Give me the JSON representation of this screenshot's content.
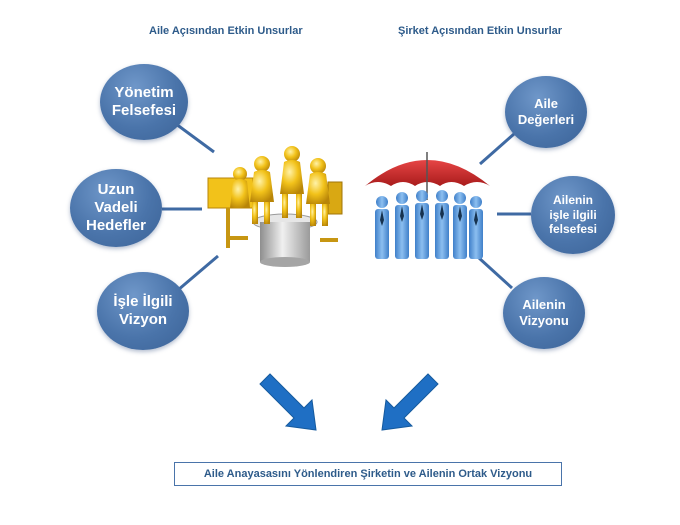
{
  "headings": {
    "left": "Aile Açısından Etkin Unsurlar",
    "right": "Şirket Açısından Etkin Unsurlar"
  },
  "left_bubbles": [
    {
      "label": "Yönetim\nFelsefesi"
    },
    {
      "label": "Uzun\nVadeli\nHedefler"
    },
    {
      "label": "İşle İlgili\nVizyon"
    }
  ],
  "right_bubbles": [
    {
      "label": "Aile\nDeğerleri"
    },
    {
      "label": "Ailenin\nişle ilgili\nfelsefesi"
    },
    {
      "label": "Ailenin\nVizyonu"
    }
  ],
  "illustrations": {
    "left": "golden-team-meeting",
    "right": "people-under-umbrella"
  },
  "result": {
    "label": "Aile Anayasasını Yönlendiren Şirketin ve Ailenin Ortak Vizyonu"
  },
  "colors": {
    "bubble": "#4a74aa",
    "heading": "#2e5b8a",
    "arrow": "#1f6fc4",
    "connector": "#3f6aa3"
  }
}
